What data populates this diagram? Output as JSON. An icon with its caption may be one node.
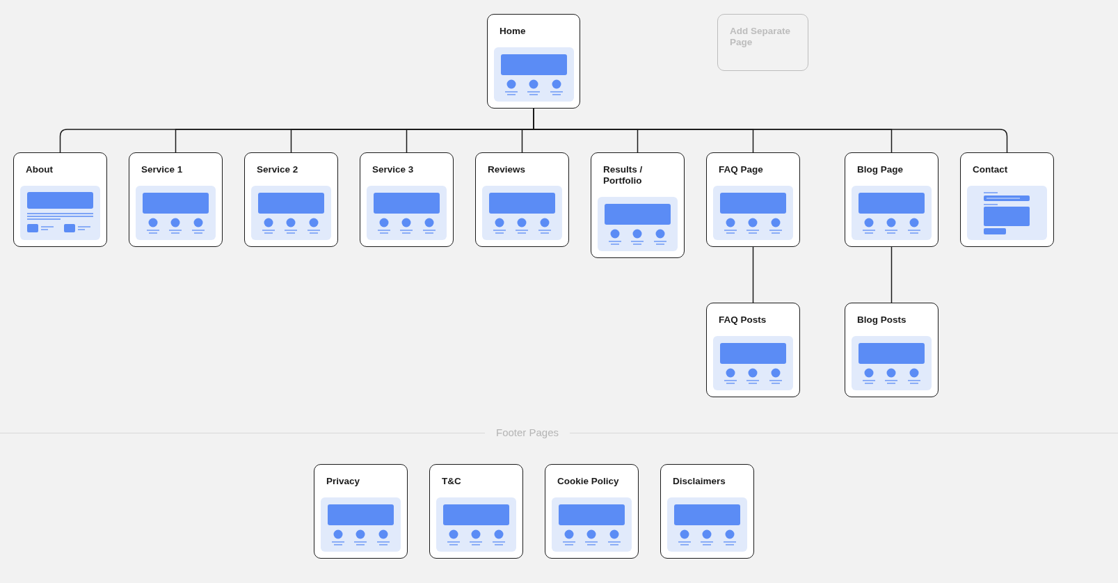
{
  "diagram": {
    "nodes": [
      {
        "text": [
          "Home"
        ]
      },
      {
        "text": [
          "Add Separate Page"
        ]
      },
      {
        "text": [
          "About"
        ]
      },
      {
        "text": [
          "Service 1"
        ]
      },
      {
        "text": [
          "Service 2"
        ]
      },
      {
        "text": [
          "Service 3"
        ]
      },
      {
        "text": [
          "Reviews"
        ]
      },
      {
        "text": [
          "Results / Portfolio"
        ]
      },
      {
        "text": [
          "FAQ Page"
        ]
      },
      {
        "text": [
          "Blog Page"
        ]
      },
      {
        "text": [
          "Contact"
        ]
      },
      {
        "text": [
          "FAQ Posts"
        ]
      },
      {
        "text": [
          "Blog Posts"
        ]
      },
      {
        "text": [
          "Privacy"
        ]
      },
      {
        "text": [
          "T&C"
        ]
      },
      {
        "text": [
          "Cookie Policy"
        ]
      },
      {
        "text": [
          "Disclaimers"
        ]
      }
    ],
    "edges": [
      {
        "from": 0,
        "to": 2,
        "arrow": "none"
      },
      {
        "from": 0,
        "to": 3,
        "arrow": "none"
      },
      {
        "from": 0,
        "to": 4,
        "arrow": "none"
      },
      {
        "from": 0,
        "to": 5,
        "arrow": "none"
      },
      {
        "from": 0,
        "to": 6,
        "arrow": "none"
      },
      {
        "from": 0,
        "to": 7,
        "arrow": "none"
      },
      {
        "from": 0,
        "to": 8,
        "arrow": "none"
      },
      {
        "from": 0,
        "to": 9,
        "arrow": "none"
      },
      {
        "from": 0,
        "to": 10,
        "arrow": "none"
      },
      {
        "from": 8,
        "to": 11,
        "arrow": "none"
      },
      {
        "from": 9,
        "to": 12,
        "arrow": "none"
      }
    ],
    "labels": [
      "Footer Pages"
    ]
  }
}
